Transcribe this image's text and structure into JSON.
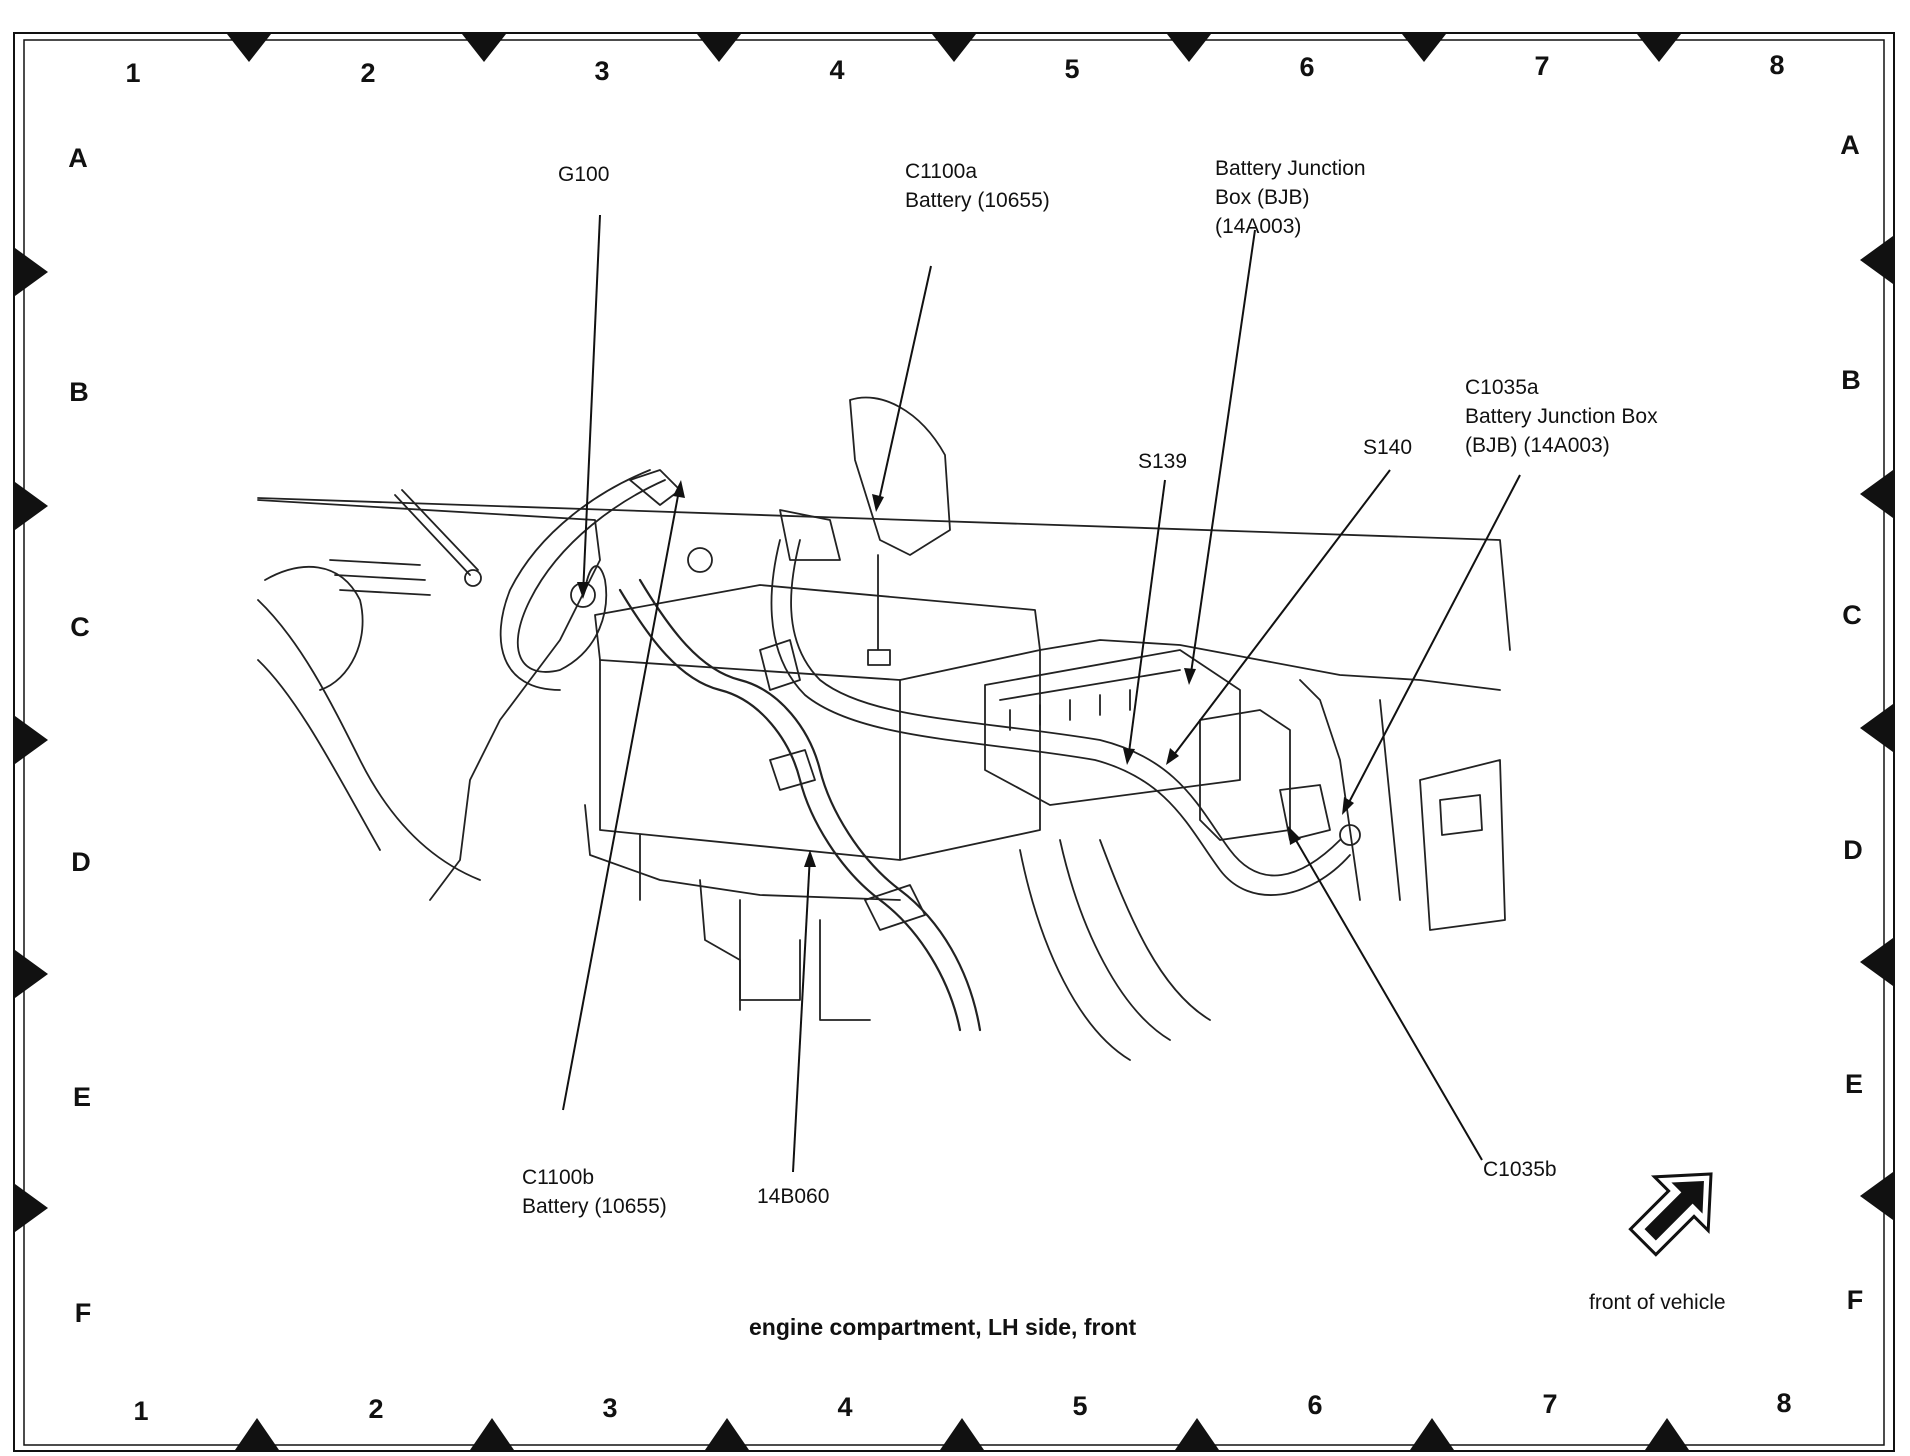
{
  "grid": {
    "columns": [
      "1",
      "2",
      "3",
      "4",
      "5",
      "6",
      "7",
      "8"
    ],
    "rows": [
      "A",
      "B",
      "C",
      "D",
      "E",
      "F"
    ]
  },
  "labels": {
    "g100": "G100",
    "c1100a": [
      "C1100a",
      "Battery (10655)"
    ],
    "bjb": [
      "Battery Junction",
      "Box (BJB)",
      "(14A003)"
    ],
    "c1035a": [
      "C1035a",
      "Battery Junction Box",
      "(BJB) (14A003)"
    ],
    "s139": "S139",
    "s140": "S140",
    "c1100b": [
      "C1100b",
      "Battery (10655)"
    ],
    "harness": "14B060",
    "c1035b": "C1035b"
  },
  "caption": "engine compartment, LH side, front",
  "direction_note": "front of vehicle"
}
